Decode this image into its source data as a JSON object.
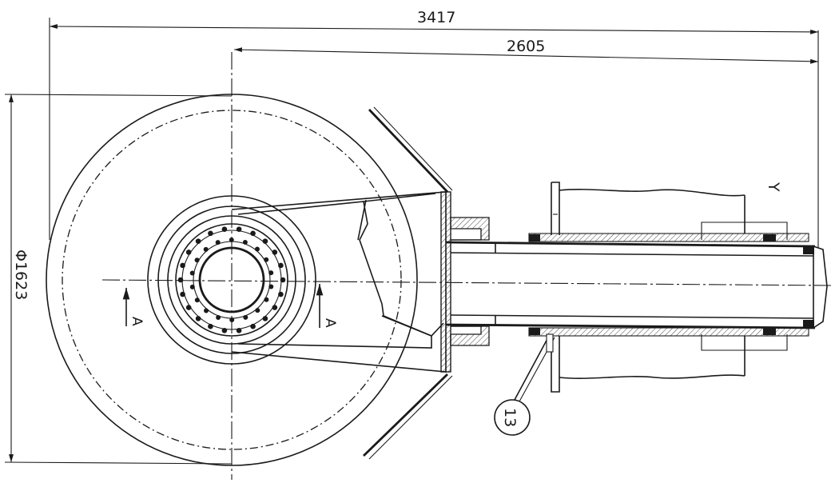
{
  "dimensions": {
    "overall_length": "3417",
    "shaft_length": "2605",
    "wheel_diameter": "Φ1623"
  },
  "section_marks": {
    "left": "A",
    "right": "A"
  },
  "view_label": "Y",
  "callout": {
    "number": "13"
  }
}
